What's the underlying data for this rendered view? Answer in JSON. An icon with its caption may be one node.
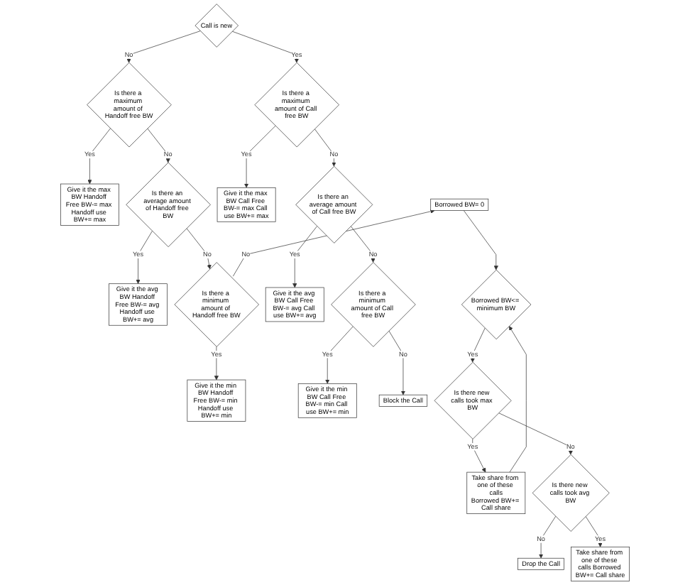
{
  "diagram": {
    "nodes": [
      {
        "text": [
          "Call is new"
        ]
      },
      {
        "text": [
          "Is there a maximum amount of Handoff free BW"
        ]
      },
      {
        "text": [
          "Give it the max BW Handoff Free BW-= max Handoff use BW+= max"
        ]
      },
      {
        "text": [
          "Is there an average amount of Handoff free BW"
        ]
      },
      {
        "text": [
          "Give it the avg BW Handoff Free BW-= avg Handoff use BW+= avg"
        ]
      },
      {
        "text": [
          "Is there a minimum amount of Handoff free BW"
        ]
      },
      {
        "text": [
          "Give it the min BW Handoff Free BW-= min Handoff use BW+= min"
        ]
      },
      {
        "text": [
          "Is there a maximum amount of Call free BW"
        ]
      },
      {
        "text": [
          "Give it the max BW Call Free BW-= max Call use BW+= max"
        ]
      },
      {
        "text": [
          "Is there an average amount of Call free BW"
        ]
      },
      {
        "text": [
          "Give it the avg BW Call Free BW-= avg Call use BW+= avg"
        ]
      },
      {
        "text": [
          "Is there a minimum amount of Call free BW"
        ]
      },
      {
        "text": [
          "Give it the min BW Call Free BW-= min Call use BW+= min"
        ]
      },
      {
        "text": [
          "Block the Call"
        ]
      },
      {
        "text": [
          "Borrowed BW= 0"
        ]
      },
      {
        "text": [
          "Borrowed BW<= minimum BW"
        ]
      },
      {
        "text": [
          "Is there new calls took max BW"
        ]
      },
      {
        "text": [
          "Take share from one of these calls",
          "Borrowed BW+= Call share"
        ]
      },
      {
        "text": [
          "Is there new calls took avg BW"
        ]
      },
      {
        "text": [
          "Drop the Call"
        ]
      },
      {
        "text": [
          "Take share from one of these calls Borrowed BW+= Call share"
        ]
      }
    ],
    "edges": [
      {
        "from": 0,
        "to": 1,
        "arrow": "to",
        "label": "No"
      },
      {
        "from": 0,
        "to": 7,
        "arrow": "to",
        "label": "Yes"
      },
      {
        "from": 1,
        "to": 2,
        "arrow": "to",
        "label": "Yes"
      },
      {
        "from": 1,
        "to": 3,
        "arrow": "to",
        "label": "No"
      },
      {
        "from": 3,
        "to": 4,
        "arrow": "to",
        "label": "Yes"
      },
      {
        "from": 3,
        "to": 5,
        "arrow": "to",
        "label": "No"
      },
      {
        "from": 5,
        "to": 6,
        "arrow": "to",
        "label": "Yes"
      },
      {
        "from": 5,
        "to": 14,
        "arrow": "to",
        "label": "No"
      },
      {
        "from": 7,
        "to": 8,
        "arrow": "to",
        "label": "Yes"
      },
      {
        "from": 7,
        "to": 9,
        "arrow": "to",
        "label": "No"
      },
      {
        "from": 9,
        "to": 10,
        "arrow": "to",
        "label": "Yes"
      },
      {
        "from": 9,
        "to": 11,
        "arrow": "to",
        "label": "No"
      },
      {
        "from": 11,
        "to": 12,
        "arrow": "to",
        "label": "Yes"
      },
      {
        "from": 11,
        "to": 13,
        "arrow": "to",
        "label": "No"
      },
      {
        "from": 14,
        "to": 15,
        "arrow": "to"
      },
      {
        "from": 15,
        "to": 16,
        "arrow": "to",
        "label": "Yes"
      },
      {
        "from": 16,
        "to": 17,
        "arrow": "to",
        "label": "Yes"
      },
      {
        "from": 17,
        "to": 15,
        "arrow": "to"
      },
      {
        "from": 16,
        "to": 18,
        "arrow": "to",
        "label": "No"
      },
      {
        "from": 18,
        "to": 19,
        "arrow": "to",
        "label": "No"
      },
      {
        "from": 18,
        "to": 20,
        "arrow": "to",
        "label": "Yes"
      }
    ]
  }
}
